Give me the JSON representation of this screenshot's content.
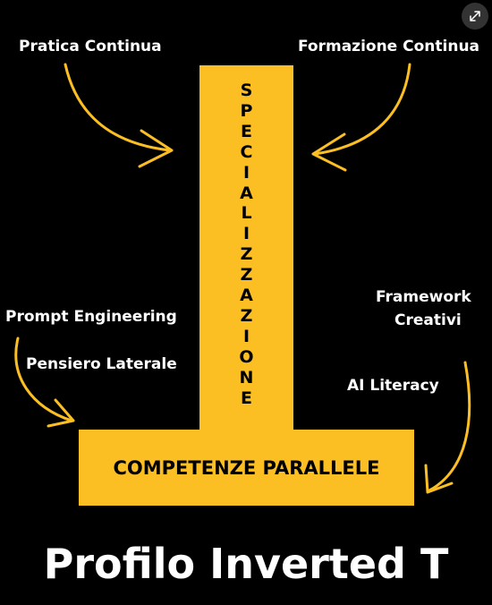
{
  "colors": {
    "background": "#000000",
    "accent": "#fbbf24",
    "text": "#ffffff"
  },
  "labels": {
    "pratica": "Pratica Continua",
    "formazione": "Formazione Continua",
    "prompt": "Prompt Engineering",
    "pensiero": "Pensiero Laterale",
    "framework_line1": "Framework",
    "framework_line2": "Creativi",
    "ai": "AI Literacy"
  },
  "vertical_word": "SPECIALIZZAZIONE",
  "horizontal_bar": "COMPETENZE PARALLELE",
  "title": "Profilo Inverted T",
  "icons": {
    "expand": "expand-icon",
    "arrow": "curved-arrow-icon"
  }
}
